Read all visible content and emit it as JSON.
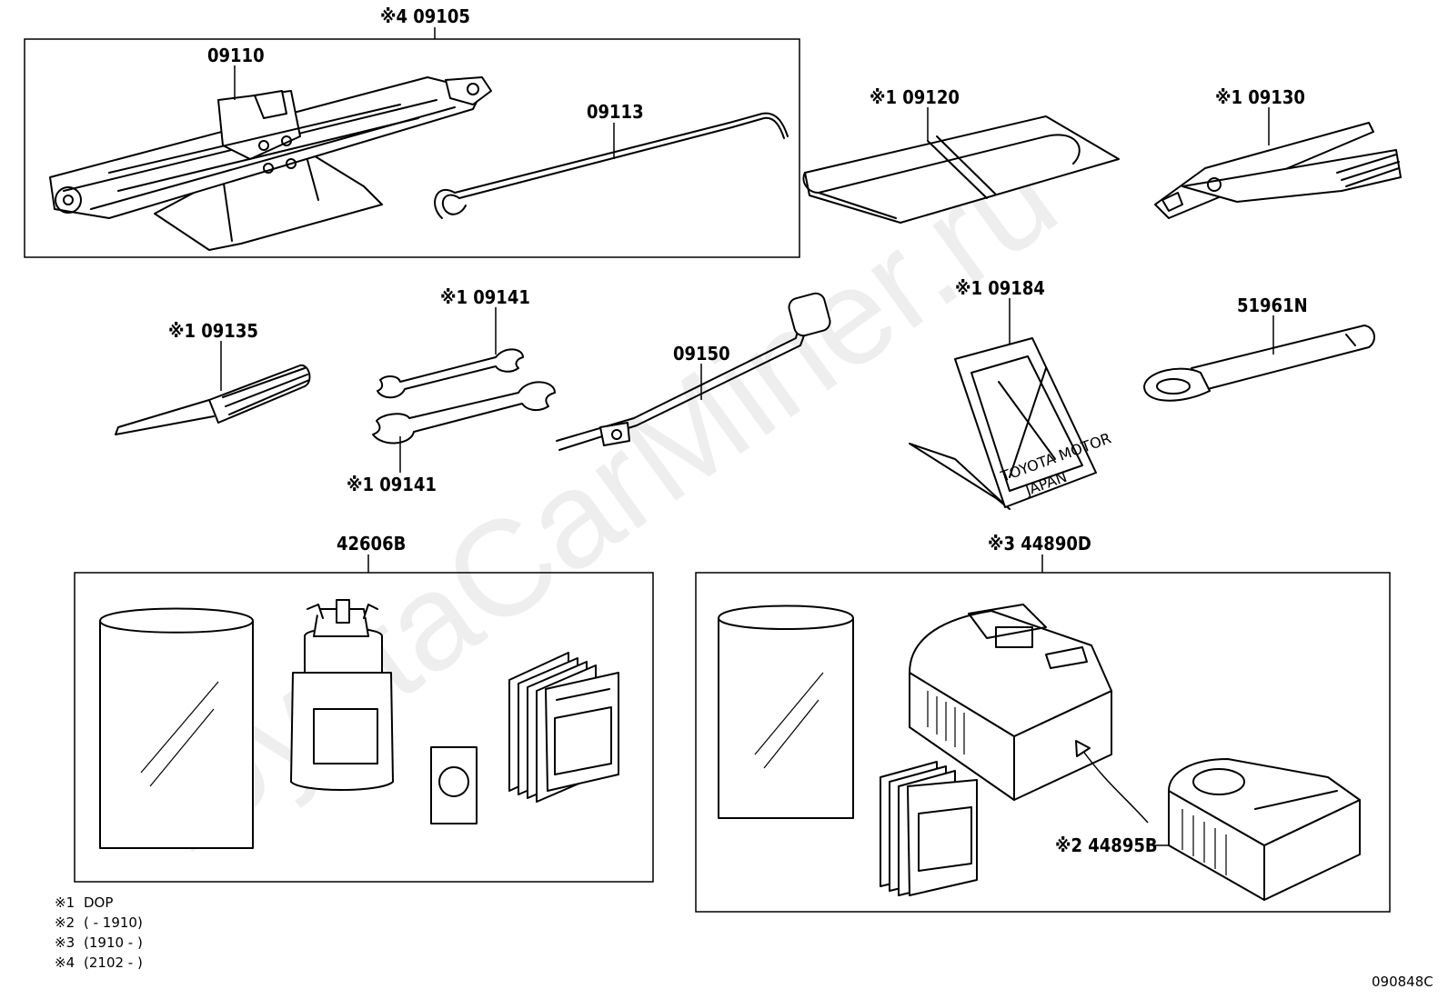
{
  "watermark": "ToyotaCarMiner.ru",
  "diagram_id": "090848C",
  "labels": {
    "jack_kit": "※4 09105",
    "jack": "09110",
    "jack_handle": "09113",
    "tool_bag": "※1 09120",
    "pliers": "※1 09130",
    "screwdriver": "※1 09135",
    "wrench_top": "※1 09141",
    "wrench_bottom": "※1 09141",
    "wheel_wrench": "09150",
    "warning_triangle": "※1 09184",
    "tow_hook_tool": "51961N",
    "repair_kit": "42606B",
    "compressor_kit": "※3 44890D",
    "compressor": "※2 44895B"
  },
  "triangle_text": {
    "line1": "TOYOTA MOTOR",
    "line2": "JAPAN"
  },
  "notes": [
    {
      "key": "※1",
      "text": "DOP"
    },
    {
      "key": "※2",
      "text": "(       - 1910)"
    },
    {
      "key": "※3",
      "text": "(1910 -       )"
    },
    {
      "key": "※4",
      "text": "(2102 -       )"
    }
  ]
}
